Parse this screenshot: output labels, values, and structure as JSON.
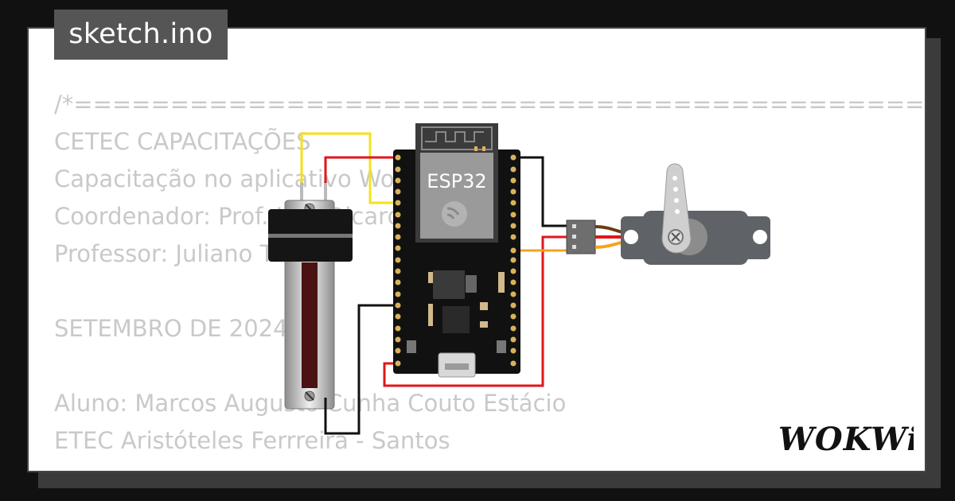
{
  "header": {
    "file_name": "sketch.ino"
  },
  "code_lines": [
    "/*=============================================================",
    "CETEC CAPACITAÇÕES",
    "Capacitação no aplicativo Wokwi",
    "Coordenador: Prof. Luiz Ricardo Saito",
    "Professor: Juliano Tanaka",
    "",
    "SETEMBRO DE 2024",
    "",
    "Aluno: Marcos Augusto Cunha Couto Estácio",
    "ETEC Aristóteles Ferrreira - Santos"
  ],
  "board": {
    "label": "ESP32"
  },
  "brand": {
    "name": "WOKWi"
  },
  "colors": {
    "background": "#111111",
    "card": "#ffffff",
    "file_tab": "#555555",
    "code_text": "#c9c9c9",
    "wire_red": "#e0161b",
    "wire_yellow": "#f5e11a",
    "wire_black": "#111111",
    "wire_orange": "#f6a31a",
    "servo_body": "#5f6368"
  }
}
